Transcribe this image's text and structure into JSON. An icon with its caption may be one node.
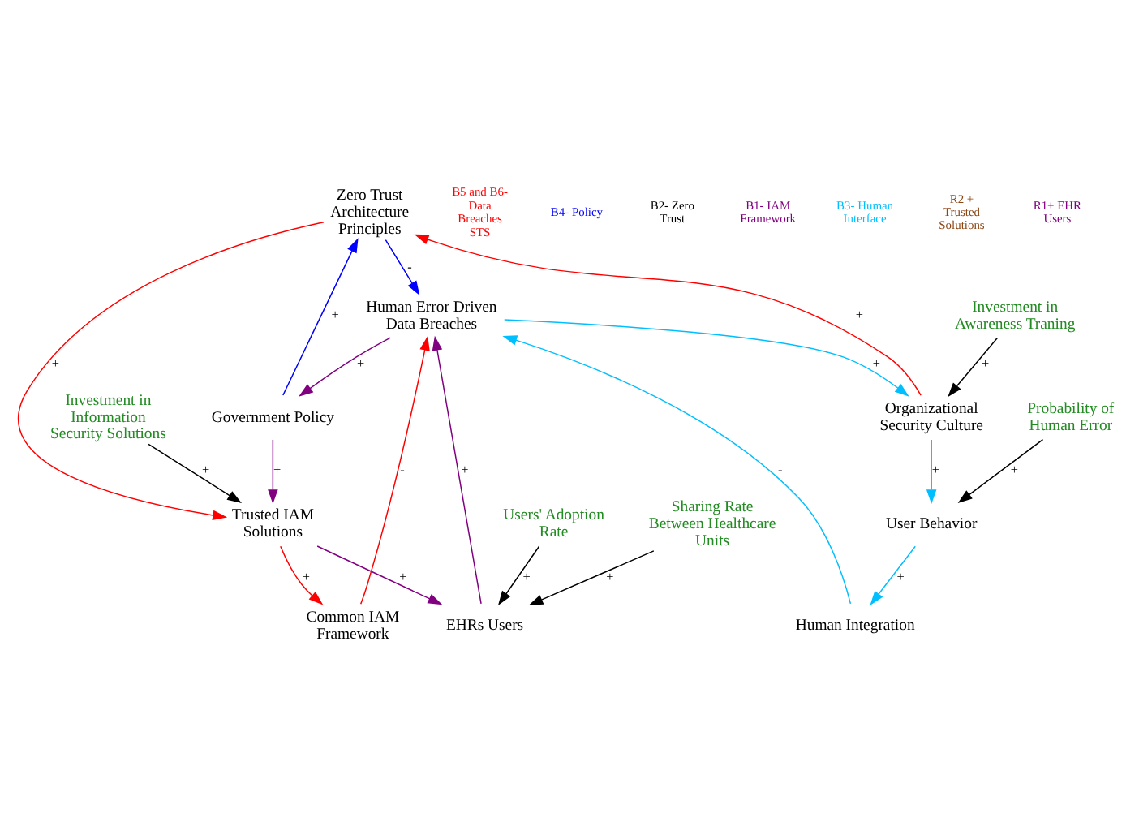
{
  "diagram": {
    "nodes": [
      {
        "text": [
          "Zero Trust Architecture Principles"
        ]
      },
      {
        "text": [
          "Government Policy"
        ]
      },
      {
        "text": [
          "Organizational Security Culture"
        ]
      },
      {
        "text": [
          "Investment in Awareness Traning"
        ]
      },
      {
        "text": [
          "Human Error Driven Data Breaches"
        ]
      },
      {
        "text": [
          "Trusted IAM Solutions"
        ]
      },
      {
        "text": [
          "Common IAM Framework"
        ]
      },
      {
        "text": [
          "Human Integration"
        ]
      },
      {
        "text": [
          "User Behavior"
        ]
      },
      {
        "text": [
          "EHRs Users"
        ]
      },
      {
        "text": [
          "Investment in Information Security Solutions"
        ]
      },
      {
        "text": [
          "Probability of Human Error"
        ]
      },
      {
        "text": [
          "Users' Adoption Rate"
        ]
      },
      {
        "text": [
          "Sharing Rate Between Healthcare Units"
        ]
      }
    ],
    "edges": [
      {
        "from": 2,
        "to": 0,
        "arrow": "to",
        "label": "+",
        "color": "#ff0000"
      },
      {
        "from": 0,
        "to": 5,
        "arrow": "to",
        "label": "+",
        "color": "#ff0000"
      },
      {
        "from": 1,
        "to": 0,
        "arrow": "to",
        "label": "+",
        "color": "#0000ff"
      },
      {
        "from": 0,
        "to": 4,
        "arrow": "to",
        "label": "-",
        "color": "#0000ff"
      },
      {
        "from": 4,
        "to": 1,
        "arrow": "to",
        "label": "+",
        "color": "#800080"
      },
      {
        "from": 1,
        "to": 5,
        "arrow": "to",
        "label": "+",
        "color": "#800080"
      },
      {
        "from": 5,
        "to": 6,
        "arrow": "to",
        "label": "+",
        "color": "#ff0000"
      },
      {
        "from": 6,
        "to": 4,
        "arrow": "to",
        "label": "-",
        "color": "#ff0000"
      },
      {
        "from": 5,
        "to": 9,
        "arrow": "to",
        "label": "+",
        "color": "#800080"
      },
      {
        "from": 9,
        "to": 4,
        "arrow": "to",
        "label": "+",
        "color": "#800080"
      },
      {
        "from": 4,
        "to": 2,
        "arrow": "to",
        "label": "+",
        "color": "#00bfff"
      },
      {
        "from": 2,
        "to": 8,
        "arrow": "to",
        "label": "+",
        "color": "#00bfff"
      },
      {
        "from": 8,
        "to": 7,
        "arrow": "to",
        "label": "+",
        "color": "#00bfff"
      },
      {
        "from": 7,
        "to": 4,
        "arrow": "to",
        "label": "-",
        "color": "#00bfff"
      },
      {
        "from": 3,
        "to": 2,
        "arrow": "to",
        "label": "+"
      },
      {
        "from": 10,
        "to": 5,
        "arrow": "to",
        "label": "+"
      },
      {
        "from": 11,
        "to": 8,
        "arrow": "to",
        "label": "+"
      },
      {
        "from": 12,
        "to": 9,
        "arrow": "to",
        "label": "+"
      },
      {
        "from": 13,
        "to": 9,
        "arrow": "to",
        "label": "+"
      }
    ],
    "labels": [
      "B5 and B6- Data Breaches STS",
      "B4- Policy",
      "B2- Zero Trust",
      "B1- IAM Framework",
      "B3- Human Interface",
      "R2 + Trusted Solutions",
      "R1+ EHR Users"
    ]
  }
}
